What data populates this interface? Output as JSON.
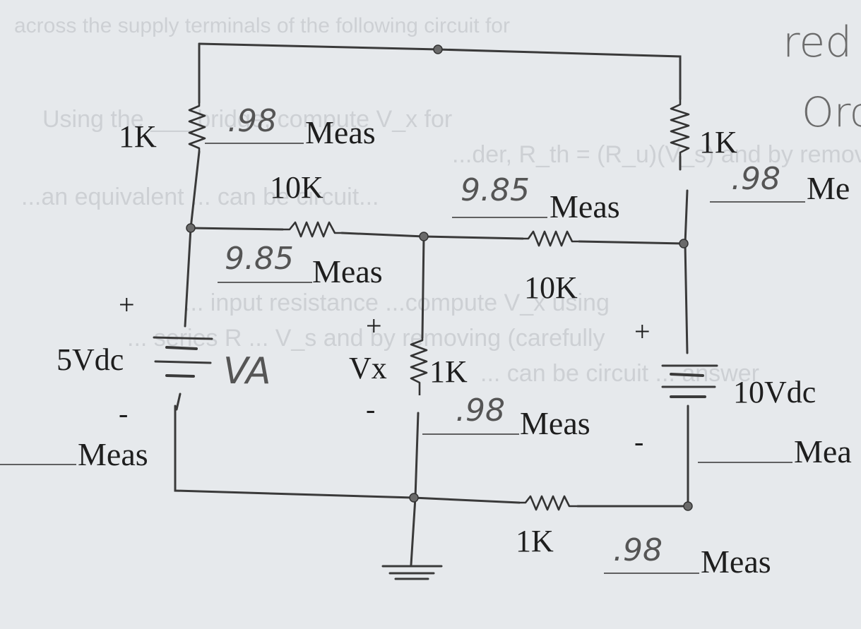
{
  "resistors": {
    "r_top_left": "1K",
    "r_top_mid": "10K",
    "r_mid_right": "10K",
    "r_top_right": "1K",
    "r_center": "1K",
    "r_bottom": "1K"
  },
  "sources": {
    "left": {
      "value": "5Vdc",
      "plus": "+",
      "minus": "-",
      "hand_label": "VA"
    },
    "right": {
      "value": "10Vdc",
      "plus": "+",
      "minus": "-"
    }
  },
  "vx": {
    "label": "Vx",
    "plus": "+",
    "minus": "-"
  },
  "meas_label": "Meas",
  "meas_right_top": "Me",
  "meas_right_bottom": "Mea",
  "measurements": {
    "top_left": ".98",
    "top_mid": "9.85",
    "mid_right": "9.85",
    "right_top": ".98",
    "center": ".98",
    "bottom": ".98"
  },
  "margin_notes": [
    "red",
    "Orc"
  ],
  "background_text": [
    "across the supply terminals of the following circuit for",
    "Using the ___ bridge, compute V_x for",
    "...der, R_th = (R_u)(V_s) and by removing",
    "...an equivalent ... can be circuit...",
    "... input resistance  ...compute V_x using",
    "... series R ... V_s and by removing (carefully",
    "... can be circuit ... answer"
  ]
}
